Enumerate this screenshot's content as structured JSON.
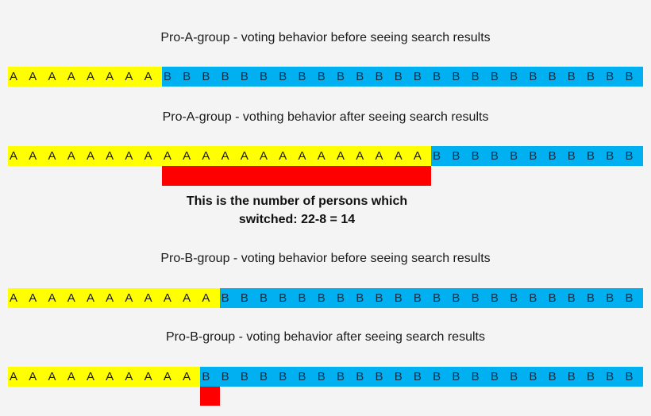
{
  "colors": {
    "a": "#ffff00",
    "b": "#00b0f0",
    "switched": "#ff0000",
    "background": "#f4f4f4"
  },
  "total_cells": 33,
  "rows": [
    {
      "title": "Pro-A-group - voting behavior before seeing search results",
      "a_count": 8,
      "b_count": 25,
      "a_label": "A",
      "b_label": "B"
    },
    {
      "title": "Pro-A-group - vothing behavior after seeing search results",
      "a_count": 22,
      "b_count": 11,
      "a_label": "A",
      "b_label": "B",
      "switched_from": 8,
      "switched_to": 22
    },
    {
      "title": "Pro-B-group - voting behavior before seeing search results",
      "a_count": 11,
      "b_count": 22,
      "a_label": "A",
      "b_label": "B"
    },
    {
      "title": "Pro-B-group - voting behavior after seeing search results",
      "a_count": 10,
      "b_count": 23,
      "a_label": "A",
      "b_label": "B",
      "switched_from": 10,
      "switched_to": 11
    }
  ],
  "caption": {
    "line1": "This is the number of persons which",
    "line2": "switched: 22-8 = 14"
  }
}
